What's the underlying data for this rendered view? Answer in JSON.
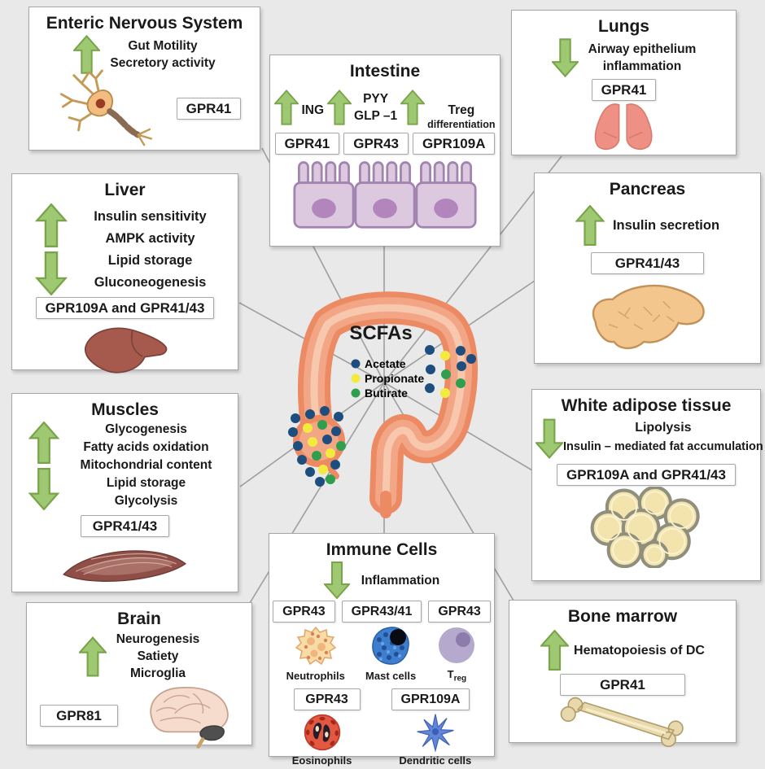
{
  "center": {
    "label": "SCFAs",
    "legend": [
      {
        "label": "Acetate",
        "color": "#1d4e7e"
      },
      {
        "label": "Propionate",
        "color": "#f2ea3f"
      },
      {
        "label": "Butirate",
        "color": "#2f9e4d"
      }
    ]
  },
  "boxes": {
    "ens": {
      "title": "Enteric Nervous System",
      "up": [
        "Gut Motility",
        "Secretory activity"
      ],
      "receptor": "GPR41"
    },
    "intestine": {
      "title": "Intestine",
      "effects": [
        {
          "line1": "ING",
          "line2": ""
        },
        {
          "line1": "PYY",
          "line2": "GLP –1"
        },
        {
          "line1": "Treg",
          "line2": "differentiation"
        }
      ],
      "receptors": [
        "GPR41",
        "GPR43",
        "GPR109A"
      ]
    },
    "lungs": {
      "title": "Lungs",
      "down": [
        "Airway epithelium",
        "inflammation"
      ],
      "receptor": "GPR41"
    },
    "liver": {
      "title": "Liver",
      "up": [
        "Insulin sensitivity",
        "AMPK activity"
      ],
      "down": [
        "Lipid storage",
        "Gluconeogenesis"
      ],
      "receptor": "GPR109A and GPR41/43"
    },
    "pancreas": {
      "title": "Pancreas",
      "up": [
        "Insulin secretion"
      ],
      "receptor": "GPR41/43"
    },
    "muscles": {
      "title": "Muscles",
      "up": [
        "Glycogenesis",
        "Fatty acids oxidation",
        "Mitochondrial content"
      ],
      "down": [
        "Lipid storage",
        "Glycolysis"
      ],
      "receptor": "GPR41/43"
    },
    "wat": {
      "title": "White adipose tissue",
      "down": [
        "Lipolysis",
        "Insulin – mediated fat accumulation"
      ],
      "receptor": "GPR109A and GPR41/43"
    },
    "brain": {
      "title": "Brain",
      "up": [
        "Neurogenesis",
        "Satiety",
        "Microglia"
      ],
      "receptor": "GPR81"
    },
    "immune": {
      "title": "Immune Cells",
      "down": [
        "Inflammation"
      ],
      "receptors_row1": [
        "GPR43",
        "GPR43/41",
        "GPR43"
      ],
      "cells_row1": [
        "Neutrophils",
        "Mast cells"
      ],
      "treg_main": "T",
      "treg_sub": "reg",
      "receptors_row2": [
        "GPR43",
        "GPR109A"
      ],
      "cells_row2": [
        "Eosinophils",
        "Dendritic cells"
      ]
    },
    "bone": {
      "title": "Bone marrow",
      "up": [
        "Hematopoiesis of DC"
      ],
      "receptor": "GPR41"
    }
  }
}
